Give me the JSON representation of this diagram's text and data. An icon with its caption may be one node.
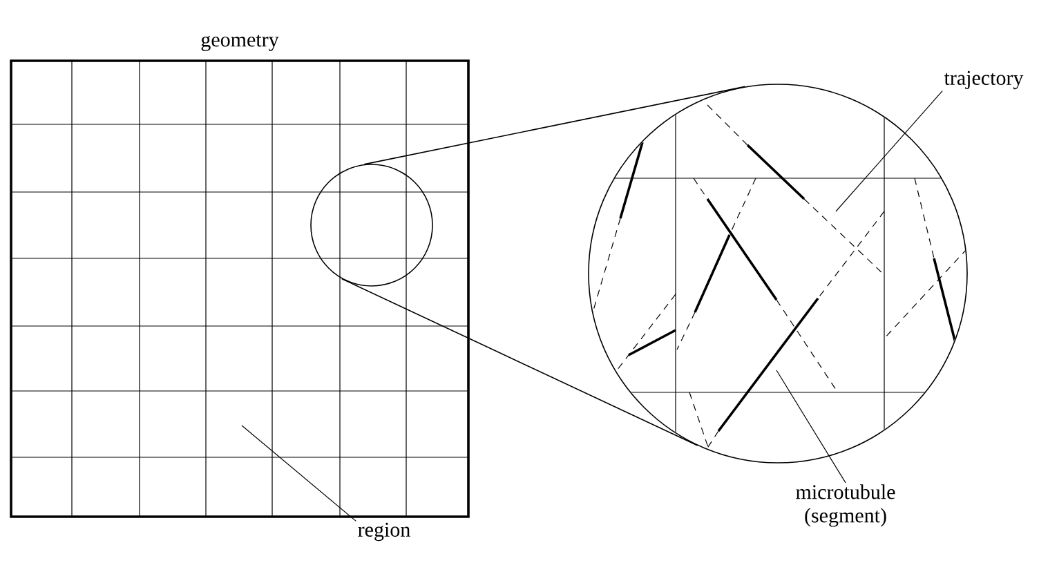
{
  "diagram": {
    "nodes": [
      {
        "text": [
          "geometry"
        ]
      },
      {
        "text": [],
        "shape": "circle",
        "in": 0
      },
      {
        "text": [],
        "shape": "circle"
      },
      {
        "text": [
          "trajectory"
        ]
      },
      {
        "text": [
          "microtubule (segment)"
        ]
      },
      {
        "text": [
          "region"
        ]
      }
    ],
    "edges": [
      {
        "from": 1,
        "to": 2,
        "arrow": "none"
      },
      {
        "from": 1,
        "to": 2,
        "arrow": "none"
      },
      {
        "from": 3,
        "to": 2,
        "arrow": "none"
      },
      {
        "from": 4,
        "to": 2,
        "arrow": "none"
      },
      {
        "from": 5,
        "to": 0,
        "arrow": "none"
      }
    ]
  }
}
